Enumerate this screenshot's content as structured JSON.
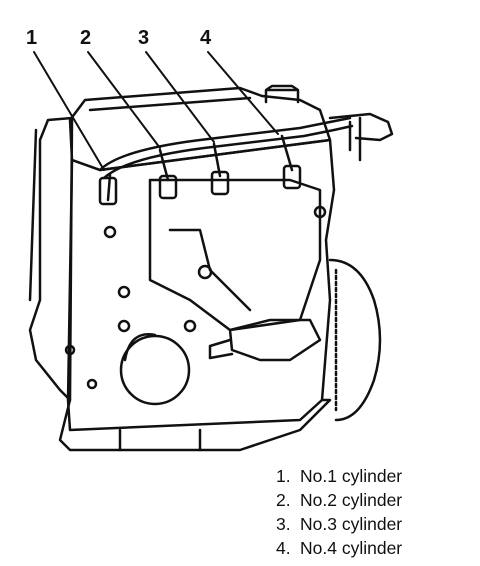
{
  "callouts": [
    "1",
    "2",
    "3",
    "4"
  ],
  "legend": [
    {
      "num": "1.",
      "text": "No.1 cylinder"
    },
    {
      "num": "2.",
      "text": "No.2 cylinder"
    },
    {
      "num": "3.",
      "text": "No.3 cylinder"
    },
    {
      "num": "4.",
      "text": "No.4 cylinder"
    }
  ],
  "colors": {
    "ink": "#111111",
    "background": "#ffffff"
  },
  "icons": [
    "engine-illustration"
  ]
}
